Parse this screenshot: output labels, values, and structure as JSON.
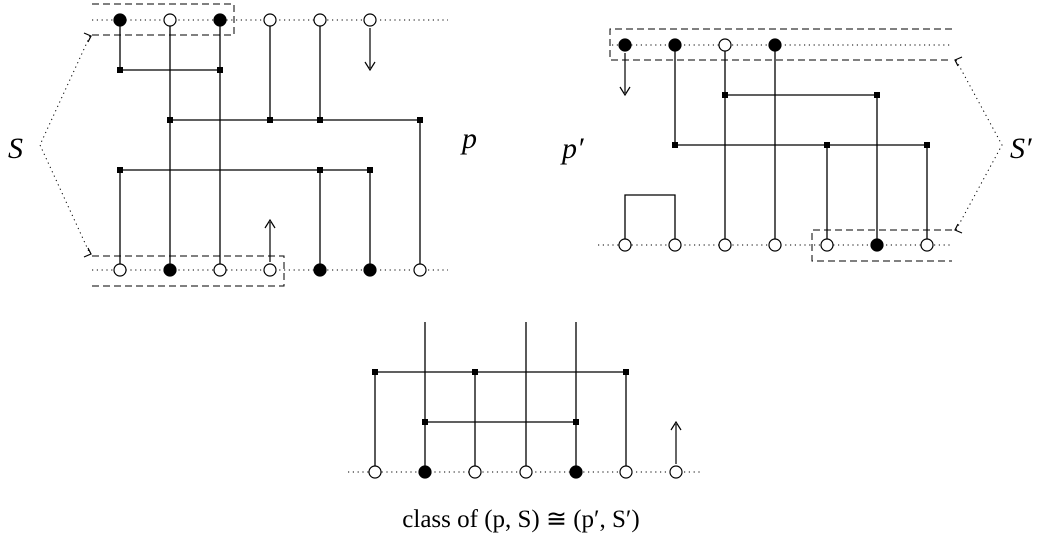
{
  "labels": {
    "S": "S",
    "p": "p",
    "p_prime": "p′",
    "S_prime": "S′"
  },
  "caption": "class of (p, S) ≅ (p′, S′)"
}
